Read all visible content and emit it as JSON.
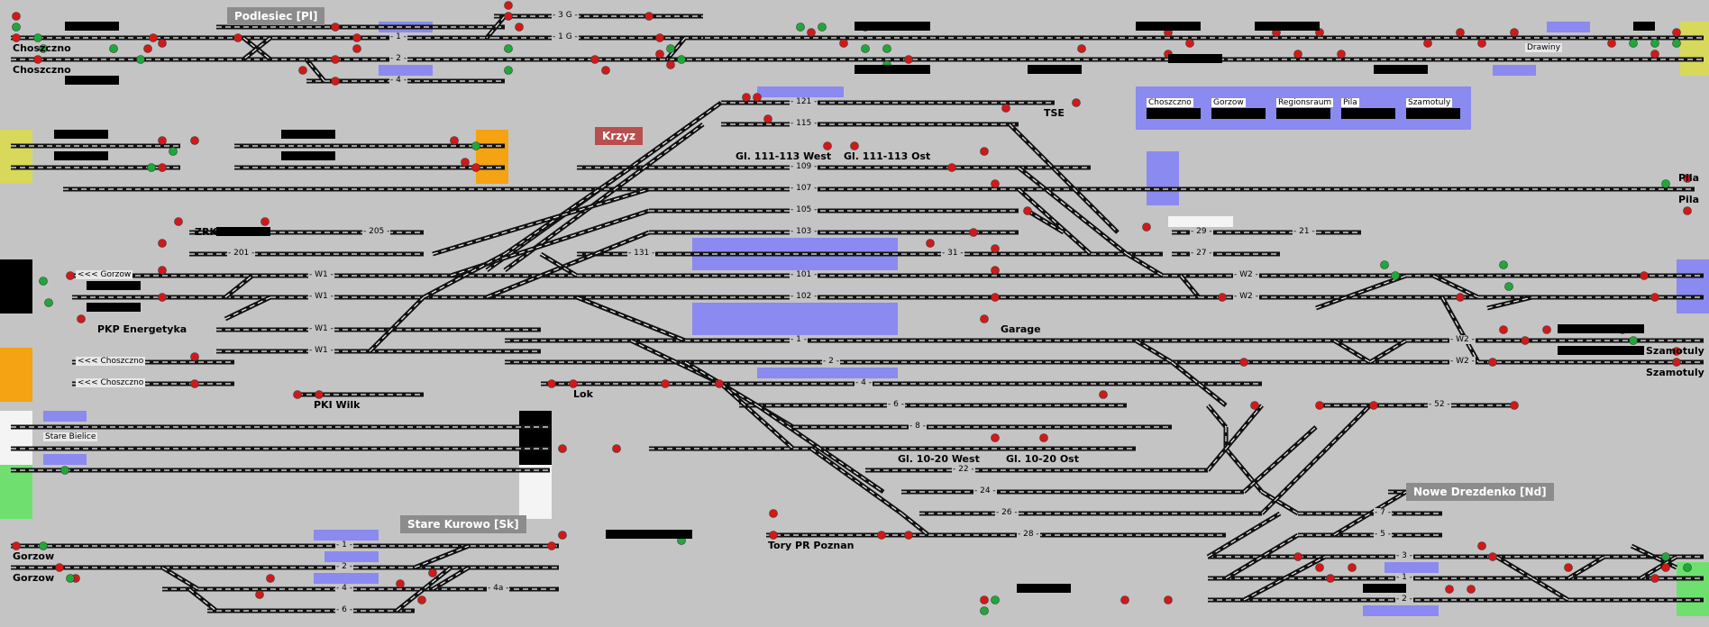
{
  "stations": {
    "podlesiec": "Podlesiec [Pl]",
    "krzyz": "Krzyz",
    "stare_kurowo": "Stare Kurowo [Sk]",
    "nowe_drezdenko": "Nowe Drezdenko [Nd]"
  },
  "places": {
    "choszczno_1": "Choszczno",
    "choszczno_2": "Choszczno",
    "zrk_dom": "ZRK-Dom",
    "pkp_energetyka": "PKP Energetyka",
    "pki_wilk": "PKI Wilk",
    "lok": "Lok",
    "gl_111_113_west": "Gl. 111-113 West",
    "gl_111_113_ost": "Gl. 111-113 Ost",
    "tse": "TSE",
    "garage": "Garage",
    "gl_10_20_west": "Gl. 10-20 West",
    "gl_10_20_ost": "Gl. 10-20 Ost",
    "tory_pr_poznan": "Tory PR Poznan",
    "gorzow_1": "Gorzow",
    "gorzow_2": "Gorzow",
    "pila_1": "Pila",
    "pila_2": "Pila",
    "szamotuly_1": "Szamotuly",
    "szamotuly_2": "Szamotuly",
    "drawiny": "Drawiny",
    "stare_bielice": "Stare Bielice"
  },
  "direction_labels": {
    "gorzow": "<<< Gorzow",
    "choszczno_a": "<<< Choszczno",
    "choszczno_b": "<<< Choszczno"
  },
  "track_numbers": {
    "t1g": "- 1 G -",
    "t3g": "- 3 G -",
    "t1_top": "- 1 -",
    "t2_top": "- 2 -",
    "t4_top": "- 4 -",
    "t121": "- 121 -",
    "t115": "- 115 -",
    "t109": "- 109 -",
    "t107": "- 107 -",
    "t105": "- 105 -",
    "t103": "- 103 -",
    "t131": "- 131 -",
    "t101": "- 101 -",
    "t102": "- 102 -",
    "t205": "- 205 -",
    "t201": "- 201 -",
    "tw1a": "- W1 -",
    "tw1b": "- W1 -",
    "tw1c": "- W1 -",
    "tw1d": "- W1 -",
    "t31": "- 31 -",
    "t29": "- 29 -",
    "t27": "- 27 -",
    "t21": "- 21 -",
    "tw2a": "- W2 -",
    "tw2b": "- W2 -",
    "tw2c": "- W2 -",
    "tw2d": "- W2 -",
    "t1_mid": "- 1 -",
    "t2_mid": "- 2 -",
    "t4_mid": "- 4 -",
    "t6_mid": "- 6 -",
    "t8_mid": "- 8 -",
    "t22": "- 22 -",
    "t24": "- 24 -",
    "t26": "- 26 -",
    "t28": "- 28 -",
    "t52": "- 52 -",
    "t7": "- 7 -",
    "t5": "- 5 -",
    "t3": "- 3 -",
    "t1_nd": "- 1 -",
    "t2_nd": "- 2 -",
    "t1_sk": "- 1 -",
    "t2_sk": "- 2 -",
    "t4_sk": "- 4 -",
    "t4a_sk": "- 4a -",
    "t6_sk": "- 6 -"
  },
  "panel": {
    "cells": [
      "Choszczno",
      "Gorzow",
      "Regionsraum",
      "Pila",
      "Szamotuly"
    ]
  },
  "colors": {
    "background": "#c4c4c4",
    "track": "#111111",
    "track_highlight": "#f4f4f4",
    "signal_red": "#d21919",
    "signal_green": "#1fa83a",
    "platform_blue": "#8a8af0",
    "edge_yellow": "#d8d85a",
    "edge_orange": "#f5a312",
    "edge_black": "#000000",
    "edge_green": "#6fe06f",
    "edge_blue": "#8a8af0"
  }
}
